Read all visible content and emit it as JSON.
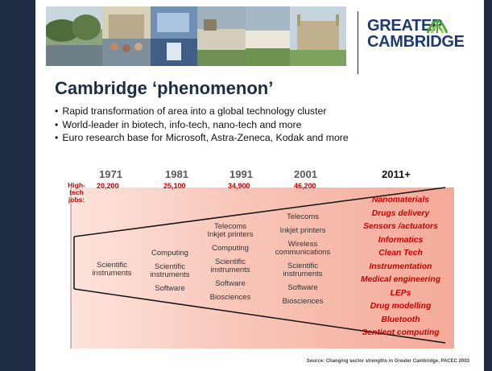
{
  "slide": {
    "logo": {
      "line1": "GREATER",
      "line2": "CAMBRIDGE"
    },
    "title": "Cambridge ‘phenomenon’",
    "bullets": [
      "Rapid transformation of area into a global technology cluster",
      "World-leader in biotech, info-tech, nano-tech and more",
      "Euro research base for Microsoft, Astra-Zeneca, Kodak and more"
    ],
    "chart": {
      "high_tech_label": "High-tech jobs:",
      "years": [
        "1971",
        "1981",
        "1991",
        "2001",
        "2011+"
      ],
      "jobs": [
        "20,200",
        "25,100",
        "34,900",
        "46,200"
      ],
      "col1971": [
        "Scientific instruments"
      ],
      "col1981": [
        "Computing",
        "Scientific instruments",
        "Software"
      ],
      "col1991": [
        "Telecoms",
        "Inkjet printers",
        "Computing",
        "Scientific instruments",
        "Software",
        "Biosciences"
      ],
      "col2001": [
        "Telecoms",
        "Inkjet printers",
        "Wireless communications",
        "Scientific instruments",
        "Software",
        "Biosciences"
      ],
      "col2011": [
        "Nanomaterials",
        "Drugs delivery",
        "Sensors /actuators",
        "Informatics",
        "Clean Tech",
        "Instrumentation",
        "Medical engineering",
        "LEPs",
        "Drug modelling",
        "Bluetooth",
        "Sentient computing"
      ]
    },
    "source": "Source: Changing sector strengths in Greater Cambridge, PACEC 2003",
    "colors": {
      "navy": "#1d2d43",
      "accent_red": "#cc0000",
      "logo_blue": "#1d3b6e",
      "logo_green": "#4aa832"
    }
  }
}
